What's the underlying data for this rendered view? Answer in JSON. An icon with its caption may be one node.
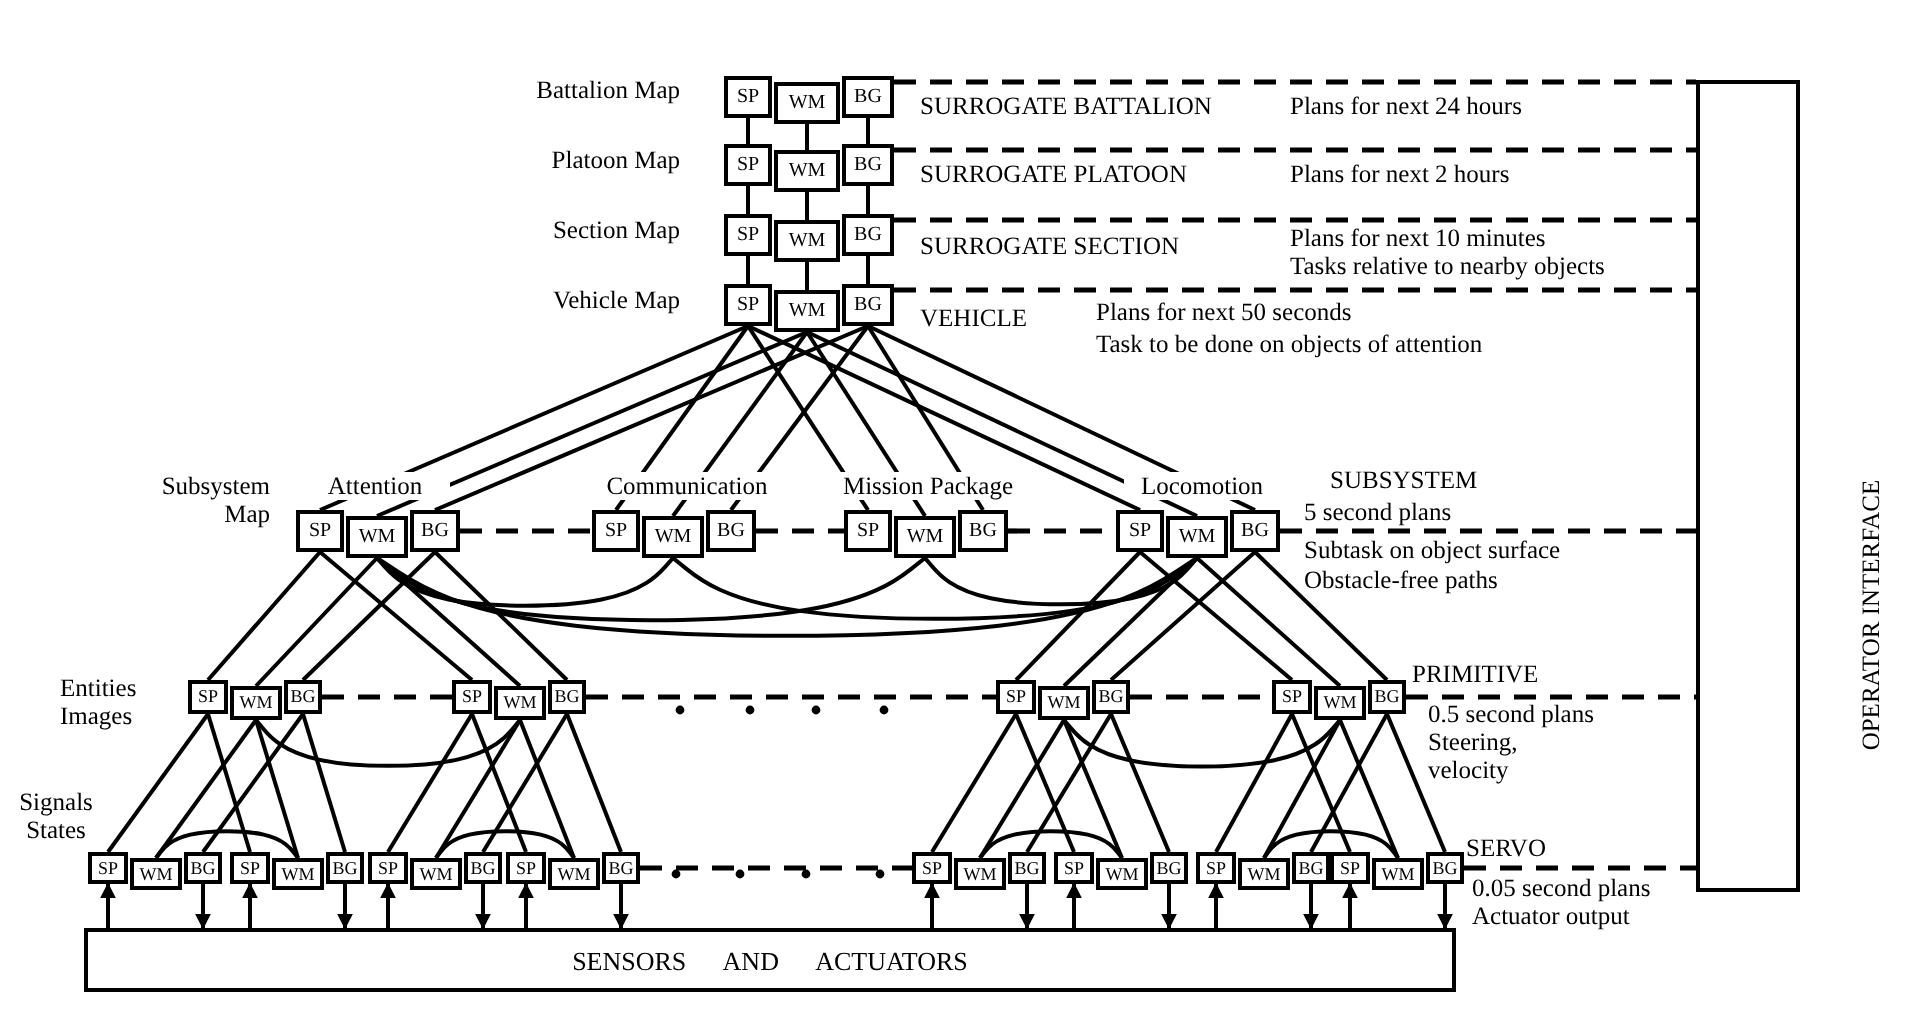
{
  "diagram": {
    "nodes": [
      {
        "text": [
          "SP"
        ]
      },
      {
        "text": [
          "WM"
        ]
      },
      {
        "text": [
          "BG"
        ]
      },
      {
        "text": [
          "SP"
        ]
      },
      {
        "text": [
          "WM"
        ]
      },
      {
        "text": [
          "BG"
        ]
      },
      {
        "text": [
          "SP"
        ]
      },
      {
        "text": [
          "WM"
        ]
      },
      {
        "text": [
          "BG"
        ]
      },
      {
        "text": [
          "SP"
        ]
      },
      {
        "text": [
          "WM"
        ]
      },
      {
        "text": [
          "BG"
        ]
      },
      {
        "text": [
          "SP"
        ]
      },
      {
        "text": [
          "WM"
        ]
      },
      {
        "text": [
          "BG"
        ]
      },
      {
        "text": [
          "SP"
        ]
      },
      {
        "text": [
          "WM"
        ]
      },
      {
        "text": [
          "BG"
        ]
      },
      {
        "text": [
          "SP"
        ]
      },
      {
        "text": [
          "WM"
        ]
      },
      {
        "text": [
          "BG"
        ]
      },
      {
        "text": [
          "SP"
        ]
      },
      {
        "text": [
          "WM"
        ]
      },
      {
        "text": [
          "BG"
        ]
      },
      {
        "text": [
          "SP"
        ]
      },
      {
        "text": [
          "WM"
        ]
      },
      {
        "text": [
          "BG"
        ]
      },
      {
        "text": [
          "SP"
        ]
      },
      {
        "text": [
          "WM"
        ]
      },
      {
        "text": [
          "BG"
        ]
      },
      {
        "text": [
          "SP"
        ]
      },
      {
        "text": [
          "WM"
        ]
      },
      {
        "text": [
          "BG"
        ]
      },
      {
        "text": [
          "SP"
        ]
      },
      {
        "text": [
          "WM"
        ]
      },
      {
        "text": [
          "BG"
        ]
      },
      {
        "text": [
          "SP"
        ]
      },
      {
        "text": [
          "WM"
        ]
      },
      {
        "text": [
          "BG"
        ]
      },
      {
        "text": [
          "SP"
        ]
      },
      {
        "text": [
          "WM"
        ]
      },
      {
        "text": [
          "BG"
        ]
      },
      {
        "text": [
          "SP"
        ]
      },
      {
        "text": [
          "WM"
        ]
      },
      {
        "text": [
          "BG"
        ]
      },
      {
        "text": [
          "SP"
        ]
      },
      {
        "text": [
          "WM"
        ]
      },
      {
        "text": [
          "BG"
        ]
      },
      {
        "text": [
          "SP"
        ]
      },
      {
        "text": [
          "WM"
        ]
      },
      {
        "text": [
          "BG"
        ]
      },
      {
        "text": [
          "SP"
        ]
      },
      {
        "text": [
          "WM"
        ]
      },
      {
        "text": [
          "BG"
        ]
      },
      {
        "text": [
          "SP"
        ]
      },
      {
        "text": [
          "WM"
        ]
      },
      {
        "text": [
          "BG"
        ]
      },
      {
        "text": [
          "SP"
        ]
      },
      {
        "text": [
          "WM"
        ]
      },
      {
        "text": [
          "BG"
        ]
      },
      {
        "text": [
          "SENSORS AND ACTUATORS"
        ]
      },
      {
        "text": [],
        "shape": "box",
        "beside": [
          "OPERATOR INTERFACE"
        ]
      }
    ],
    "edges": [
      {
        "from": 0,
        "to": 3,
        "arrow": "none"
      },
      {
        "from": 1,
        "to": 4,
        "arrow": "none"
      },
      {
        "from": 2,
        "to": 5,
        "arrow": "none"
      },
      {
        "from": 3,
        "to": 6,
        "arrow": "none"
      },
      {
        "from": 4,
        "to": 7,
        "arrow": "none"
      },
      {
        "from": 5,
        "to": 8,
        "arrow": "none"
      },
      {
        "from": 6,
        "to": 9,
        "arrow": "none"
      },
      {
        "from": 7,
        "to": 10,
        "arrow": "none"
      },
      {
        "from": 8,
        "to": 11,
        "arrow": "none"
      },
      {
        "from": 9,
        "to": 12,
        "arrow": "none"
      },
      {
        "from": 10,
        "to": 13,
        "arrow": "none"
      },
      {
        "from": 11,
        "to": 14,
        "arrow": "none"
      },
      {
        "from": 9,
        "to": 15,
        "arrow": "none"
      },
      {
        "from": 10,
        "to": 16,
        "arrow": "none"
      },
      {
        "from": 11,
        "to": 17,
        "arrow": "none"
      },
      {
        "from": 9,
        "to": 18,
        "arrow": "none"
      },
      {
        "from": 10,
        "to": 19,
        "arrow": "none"
      },
      {
        "from": 11,
        "to": 20,
        "arrow": "none"
      },
      {
        "from": 9,
        "to": 21,
        "arrow": "none"
      },
      {
        "from": 10,
        "to": 22,
        "arrow": "none"
      },
      {
        "from": 11,
        "to": 23,
        "arrow": "none"
      },
      {
        "from": 13,
        "to": 16,
        "arrow": "none"
      },
      {
        "from": 13,
        "to": 19,
        "arrow": "none"
      },
      {
        "from": 13,
        "to": 22,
        "arrow": "none"
      },
      {
        "from": 16,
        "to": 22,
        "arrow": "none"
      },
      {
        "from": 19,
        "to": 22,
        "arrow": "none"
      },
      {
        "from": 12,
        "to": 24,
        "arrow": "none"
      },
      {
        "from": 13,
        "to": 25,
        "arrow": "none"
      },
      {
        "from": 14,
        "to": 26,
        "arrow": "none"
      },
      {
        "from": 12,
        "to": 27,
        "arrow": "none"
      },
      {
        "from": 13,
        "to": 28,
        "arrow": "none"
      },
      {
        "from": 14,
        "to": 29,
        "arrow": "none"
      },
      {
        "from": 21,
        "to": 30,
        "arrow": "none"
      },
      {
        "from": 22,
        "to": 31,
        "arrow": "none"
      },
      {
        "from": 23,
        "to": 32,
        "arrow": "none"
      },
      {
        "from": 21,
        "to": 33,
        "arrow": "none"
      },
      {
        "from": 22,
        "to": 34,
        "arrow": "none"
      },
      {
        "from": 23,
        "to": 35,
        "arrow": "none"
      },
      {
        "from": 25,
        "to": 28,
        "arrow": "none"
      },
      {
        "from": 31,
        "to": 34,
        "arrow": "none"
      },
      {
        "from": 24,
        "to": 36,
        "arrow": "none"
      },
      {
        "from": 25,
        "to": 37,
        "arrow": "none"
      },
      {
        "from": 26,
        "to": 38,
        "arrow": "none"
      },
      {
        "from": 24,
        "to": 39,
        "arrow": "none"
      },
      {
        "from": 25,
        "to": 40,
        "arrow": "none"
      },
      {
        "from": 26,
        "to": 41,
        "arrow": "none"
      },
      {
        "from": 27,
        "to": 42,
        "arrow": "none"
      },
      {
        "from": 28,
        "to": 43,
        "arrow": "none"
      },
      {
        "from": 29,
        "to": 44,
        "arrow": "none"
      },
      {
        "from": 27,
        "to": 45,
        "arrow": "none"
      },
      {
        "from": 28,
        "to": 46,
        "arrow": "none"
      },
      {
        "from": 29,
        "to": 47,
        "arrow": "none"
      },
      {
        "from": 30,
        "to": 48,
        "arrow": "none"
      },
      {
        "from": 31,
        "to": 49,
        "arrow": "none"
      },
      {
        "from": 32,
        "to": 50,
        "arrow": "none"
      },
      {
        "from": 30,
        "to": 51,
        "arrow": "none"
      },
      {
        "from": 31,
        "to": 52,
        "arrow": "none"
      },
      {
        "from": 32,
        "to": 53,
        "arrow": "none"
      },
      {
        "from": 33,
        "to": 54,
        "arrow": "none"
      },
      {
        "from": 34,
        "to": 55,
        "arrow": "none"
      },
      {
        "from": 35,
        "to": 56,
        "arrow": "none"
      },
      {
        "from": 33,
        "to": 57,
        "arrow": "none"
      },
      {
        "from": 34,
        "to": 58,
        "arrow": "none"
      },
      {
        "from": 35,
        "to": 59,
        "arrow": "none"
      },
      {
        "from": 37,
        "to": 40,
        "arrow": "none"
      },
      {
        "from": 43,
        "to": 46,
        "arrow": "none"
      },
      {
        "from": 49,
        "to": 52,
        "arrow": "none"
      },
      {
        "from": 55,
        "to": 58,
        "arrow": "none"
      },
      {
        "from": 60,
        "to": 36,
        "arrow": "to"
      },
      {
        "from": 38,
        "to": 60,
        "arrow": "to"
      },
      {
        "from": 60,
        "to": 39,
        "arrow": "to"
      },
      {
        "from": 41,
        "to": 60,
        "arrow": "to"
      },
      {
        "from": 60,
        "to": 42,
        "arrow": "to"
      },
      {
        "from": 44,
        "to": 60,
        "arrow": "to"
      },
      {
        "from": 60,
        "to": 45,
        "arrow": "to"
      },
      {
        "from": 47,
        "to": 60,
        "arrow": "to"
      },
      {
        "from": 60,
        "to": 48,
        "arrow": "to"
      },
      {
        "from": 50,
        "to": 60,
        "arrow": "to"
      },
      {
        "from": 60,
        "to": 51,
        "arrow": "to"
      },
      {
        "from": 53,
        "to": 60,
        "arrow": "to"
      },
      {
        "from": 60,
        "to": 54,
        "arrow": "to"
      },
      {
        "from": 56,
        "to": 60,
        "arrow": "to"
      },
      {
        "from": 60,
        "to": 57,
        "arrow": "to"
      },
      {
        "from": 59,
        "to": 60,
        "arrow": "to"
      },
      {
        "from": 2,
        "to": 61,
        "arrow": "none",
        "style": "dashed"
      },
      {
        "from": 5,
        "to": 61,
        "arrow": "none",
        "style": "dashed"
      },
      {
        "from": 8,
        "to": 61,
        "arrow": "none",
        "style": "dashed"
      },
      {
        "from": 11,
        "to": 61,
        "arrow": "none",
        "style": "dashed"
      },
      {
        "from": 14,
        "to": 15,
        "arrow": "none",
        "style": "dashed"
      },
      {
        "from": 17,
        "to": 18,
        "arrow": "none",
        "style": "dashed"
      },
      {
        "from": 20,
        "to": 21,
        "arrow": "none",
        "style": "dashed"
      },
      {
        "from": 23,
        "to": 61,
        "arrow": "none",
        "style": "dashed"
      },
      {
        "from": 26,
        "to": 27,
        "arrow": "none",
        "style": "dashed"
      },
      {
        "from": 29,
        "to": 30,
        "arrow": "none",
        "style": "dashed"
      },
      {
        "from": 32,
        "to": 33,
        "arrow": "none",
        "style": "dashed"
      },
      {
        "from": 35,
        "to": 61,
        "arrow": "none",
        "style": "dashed"
      },
      {
        "from": 47,
        "to": 48,
        "arrow": "none",
        "style": "dashed"
      },
      {
        "from": 59,
        "to": 61,
        "arrow": "none",
        "style": "dashed"
      }
    ],
    "labels": [
      "Battalion Map",
      "SURROGATE BATTALION",
      "Plans for next 24 hours",
      "Platoon Map",
      "SURROGATE PLATOON",
      "Plans for next 2 hours",
      "Section Map",
      "SURROGATE SECTION",
      "Plans for next 10 minutes",
      "Tasks relative to nearby objects",
      "Vehicle Map",
      "VEHICLE",
      "Plans for next 50 seconds",
      "Task to be done on objects of attention",
      "Attention",
      "Communication",
      "Mission Package",
      "Locomotion",
      "SUBSYSTEM",
      "Subsystem Map",
      "5 second plans",
      "Subtask on object surface",
      "Obstacle-free paths",
      "PRIMITIVE",
      "Entities Images",
      "0.5 second plans",
      "Steering, velocity",
      "SERVO",
      "Signals States",
      "0.05 second plans",
      "Actuator output"
    ]
  }
}
